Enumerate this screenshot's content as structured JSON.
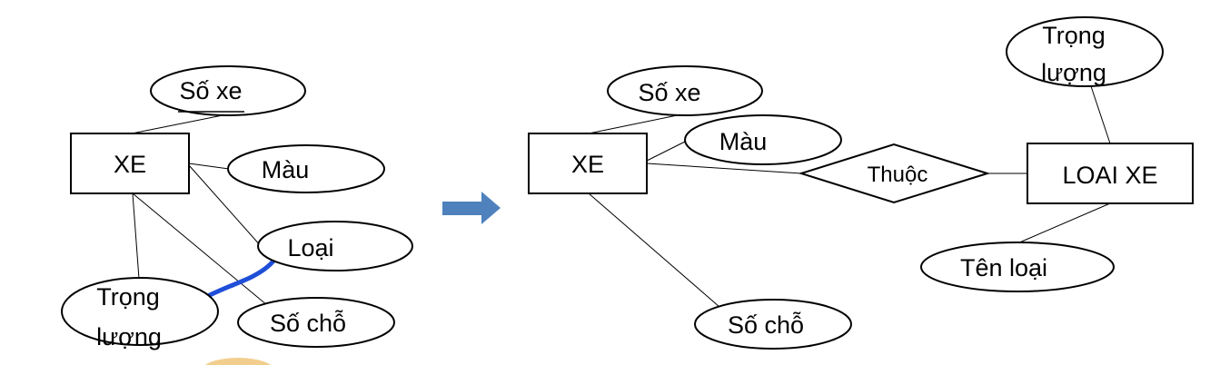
{
  "left_diagram": {
    "entity": "XE",
    "attributes": {
      "so_xe": "Số xe",
      "mau": "Màu",
      "loai": "Loại",
      "trong_luong_line1": "Trọng",
      "trong_luong_line2": "lượng",
      "so_cho": "Số chỗ"
    }
  },
  "right_diagram": {
    "entity_xe": "XE",
    "entity_loai_xe": "LOAI XE",
    "relationship": "Thuộc",
    "attributes": {
      "so_xe": "Số xe",
      "mau": "Màu",
      "so_cho": "Số chỗ",
      "trong_luong_line1": "Trọng",
      "trong_luong_line2": "lượng",
      "ten_loai": "Tên loại"
    }
  },
  "colors": {
    "arrow": "#4f81bd",
    "annotation_stroke": "#1f4fd8",
    "decoration": "#f0c67a"
  }
}
